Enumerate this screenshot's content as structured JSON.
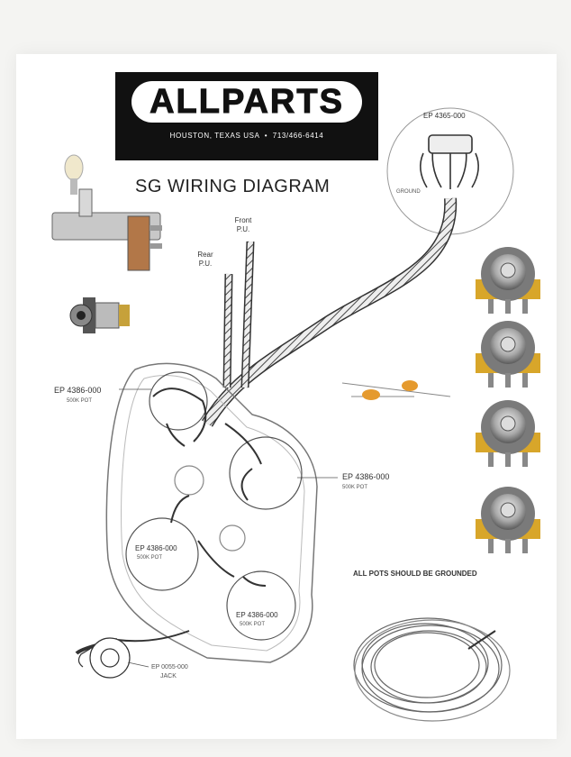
{
  "brand": {
    "logo": "ALLPARTS",
    "location": "HOUSTON, TEXAS USA",
    "phone": "713/466-6414"
  },
  "title": "SG WIRING DIAGRAM",
  "labels": {
    "switch_part": "EP 4365-000",
    "ground": "GROUND",
    "front_pu": "Front",
    "front_pu_abbr": "P.U.",
    "rear_pu": "Rear",
    "rear_pu_abbr": "P.U.",
    "pot_top_left_part": "EP 4386-000",
    "pot_top_left_value": "500K POT",
    "pot_right_part": "EP 4386-000",
    "pot_right_value": "500K POT",
    "pot_bottom_left_part": "EP 4386-000",
    "pot_bottom_left_value": "500K POT",
    "pot_bottom_right_part": "EP 4386-000",
    "pot_bottom_right_value": "500K POT",
    "jack_part": "EP 0055-000",
    "jack_name": "JACK",
    "grounding_note": "ALL POTS SHOULD BE GROUNDED"
  },
  "colors": {
    "ink": "#222222",
    "pot_body": "#d8a62a",
    "capacitor": "#e59a2e",
    "metal": "#a9a9a9"
  }
}
